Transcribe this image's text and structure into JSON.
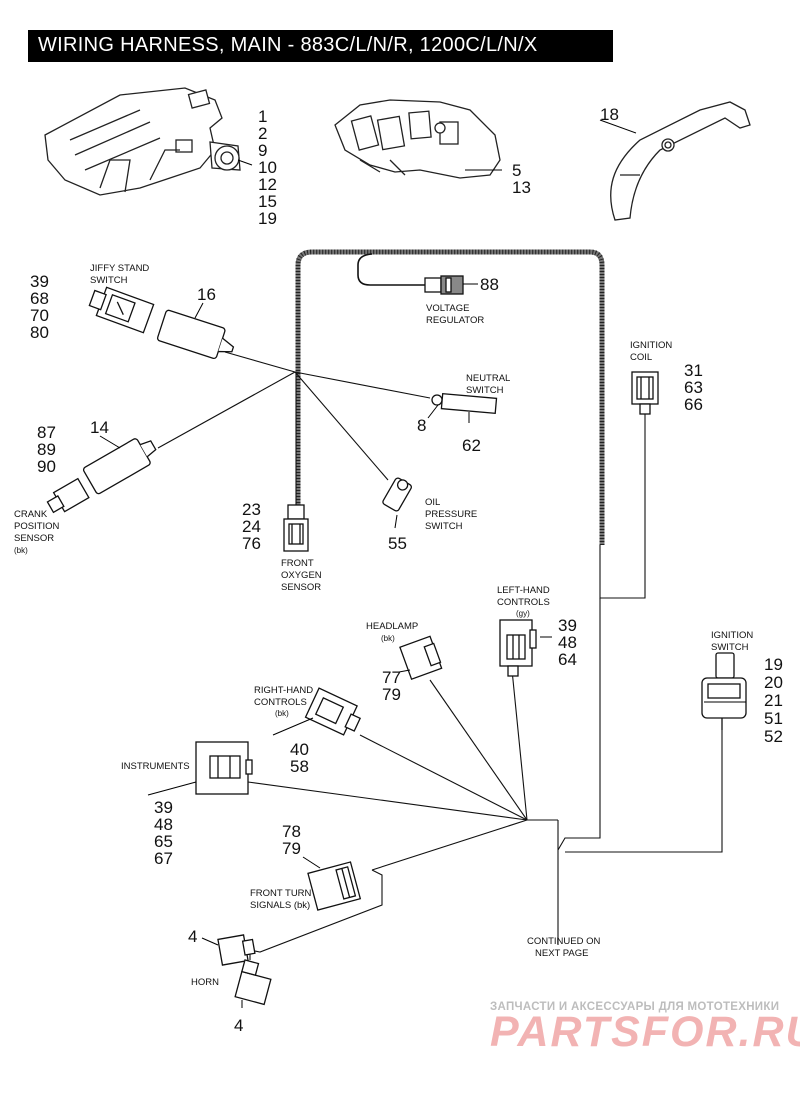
{
  "title": "WIRING HARNESS, MAIN - 883C/L/N/R, 1200C/L/N/X",
  "callouts": {
    "group_a": [
      "1",
      "2",
      "9",
      "10",
      "12",
      "15",
      "19"
    ],
    "group_b": [
      "5",
      "13"
    ],
    "group_c": "18",
    "jiffy": [
      "39",
      "68",
      "70",
      "80"
    ],
    "jiffy_boot": "16",
    "voltage_regulator": "88",
    "ignition_coil": [
      "31",
      "63",
      "66"
    ],
    "crank": [
      "87",
      "89",
      "90"
    ],
    "crank_boot": "14",
    "neutral_a": "8",
    "neutral_b": "62",
    "oxygen": [
      "23",
      "24",
      "76"
    ],
    "oil": "55",
    "left_hand": [
      "39",
      "48",
      "64"
    ],
    "headlamp": [
      "77",
      "79"
    ],
    "ignition_switch": [
      "19",
      "20",
      "21",
      "51",
      "52"
    ],
    "right_hand": [
      "40",
      "58"
    ],
    "instruments": [
      "39",
      "48",
      "65",
      "67"
    ],
    "turn_signals": [
      "78",
      "79"
    ],
    "horn_top": "4",
    "horn_bottom": "4"
  },
  "labels": {
    "jiffy_stand_switch": [
      "JIFFY STAND",
      "SWITCH"
    ],
    "voltage_regulator": [
      "VOLTAGE",
      "REGULATOR"
    ],
    "neutral_switch": [
      "NEUTRAL",
      "SWITCH"
    ],
    "ignition_coil": [
      "IGNITION",
      "COIL"
    ],
    "crank_position_sensor": [
      "CRANK",
      "POSITION",
      "SENSOR",
      "(bk)"
    ],
    "oil_pressure_switch": [
      "OIL",
      "PRESSURE",
      "SWITCH"
    ],
    "front_oxygen_sensor": [
      "FRONT",
      "OXYGEN",
      "SENSOR"
    ],
    "left_hand_controls": [
      "LEFT-HAND",
      "CONTROLS",
      "(gy)"
    ],
    "headlamp": [
      "HEADLAMP",
      "(bk)"
    ],
    "ignition_switch": [
      "IGNITION",
      "SWITCH"
    ],
    "right_hand_controls": [
      "RIGHT-HAND",
      "CONTROLS",
      "(bk)"
    ],
    "instruments": "INSTRUMENTS",
    "front_turn_signals": [
      "FRONT TURN",
      "SIGNALS (bk)"
    ],
    "horn": "HORN",
    "continued": [
      "CONTINUED ON",
      "NEXT PAGE"
    ]
  },
  "watermark": {
    "line1": "ЗАПЧАСТИ И АКСЕССУАРЫ ДЛЯ МОТОТЕХНИКИ",
    "line2": "PARTSFOR.RU"
  }
}
